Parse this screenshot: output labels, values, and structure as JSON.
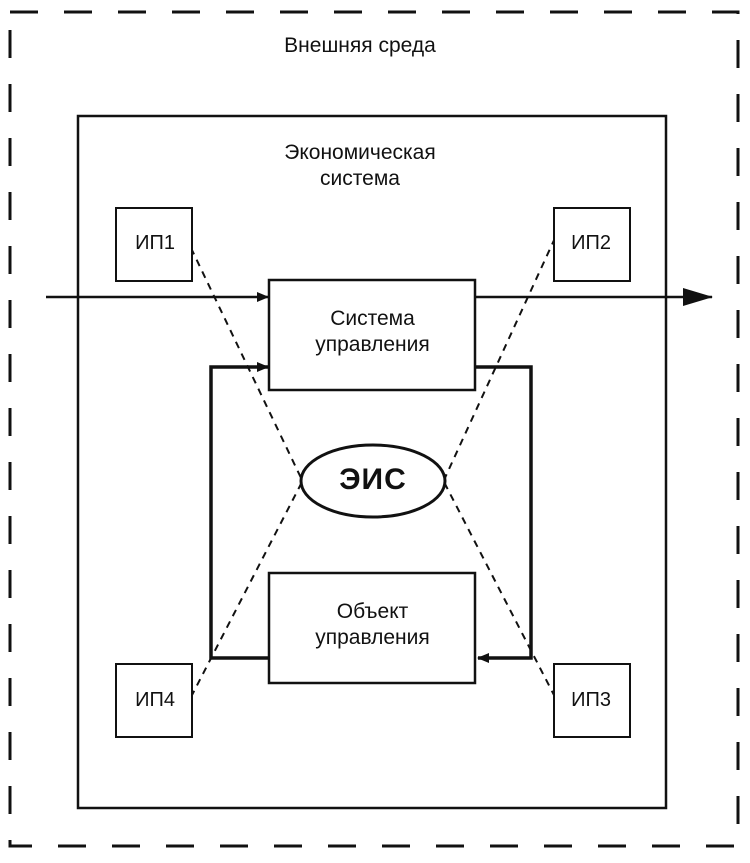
{
  "external_environment": {
    "label": "Внешняя среда"
  },
  "economic_system": {
    "label": "Экономическая\nсистема"
  },
  "control_system": {
    "label": "Система\nуправления"
  },
  "control_object": {
    "label": "Объект\nуправления"
  },
  "eis": {
    "label": "ЭИС"
  },
  "information_points": [
    {
      "label": "ИП1"
    },
    {
      "label": "ИП2"
    },
    {
      "label": "ИП3"
    },
    {
      "label": "ИП4"
    }
  ],
  "colors": {
    "line": "#111111",
    "background": "#ffffff"
  }
}
